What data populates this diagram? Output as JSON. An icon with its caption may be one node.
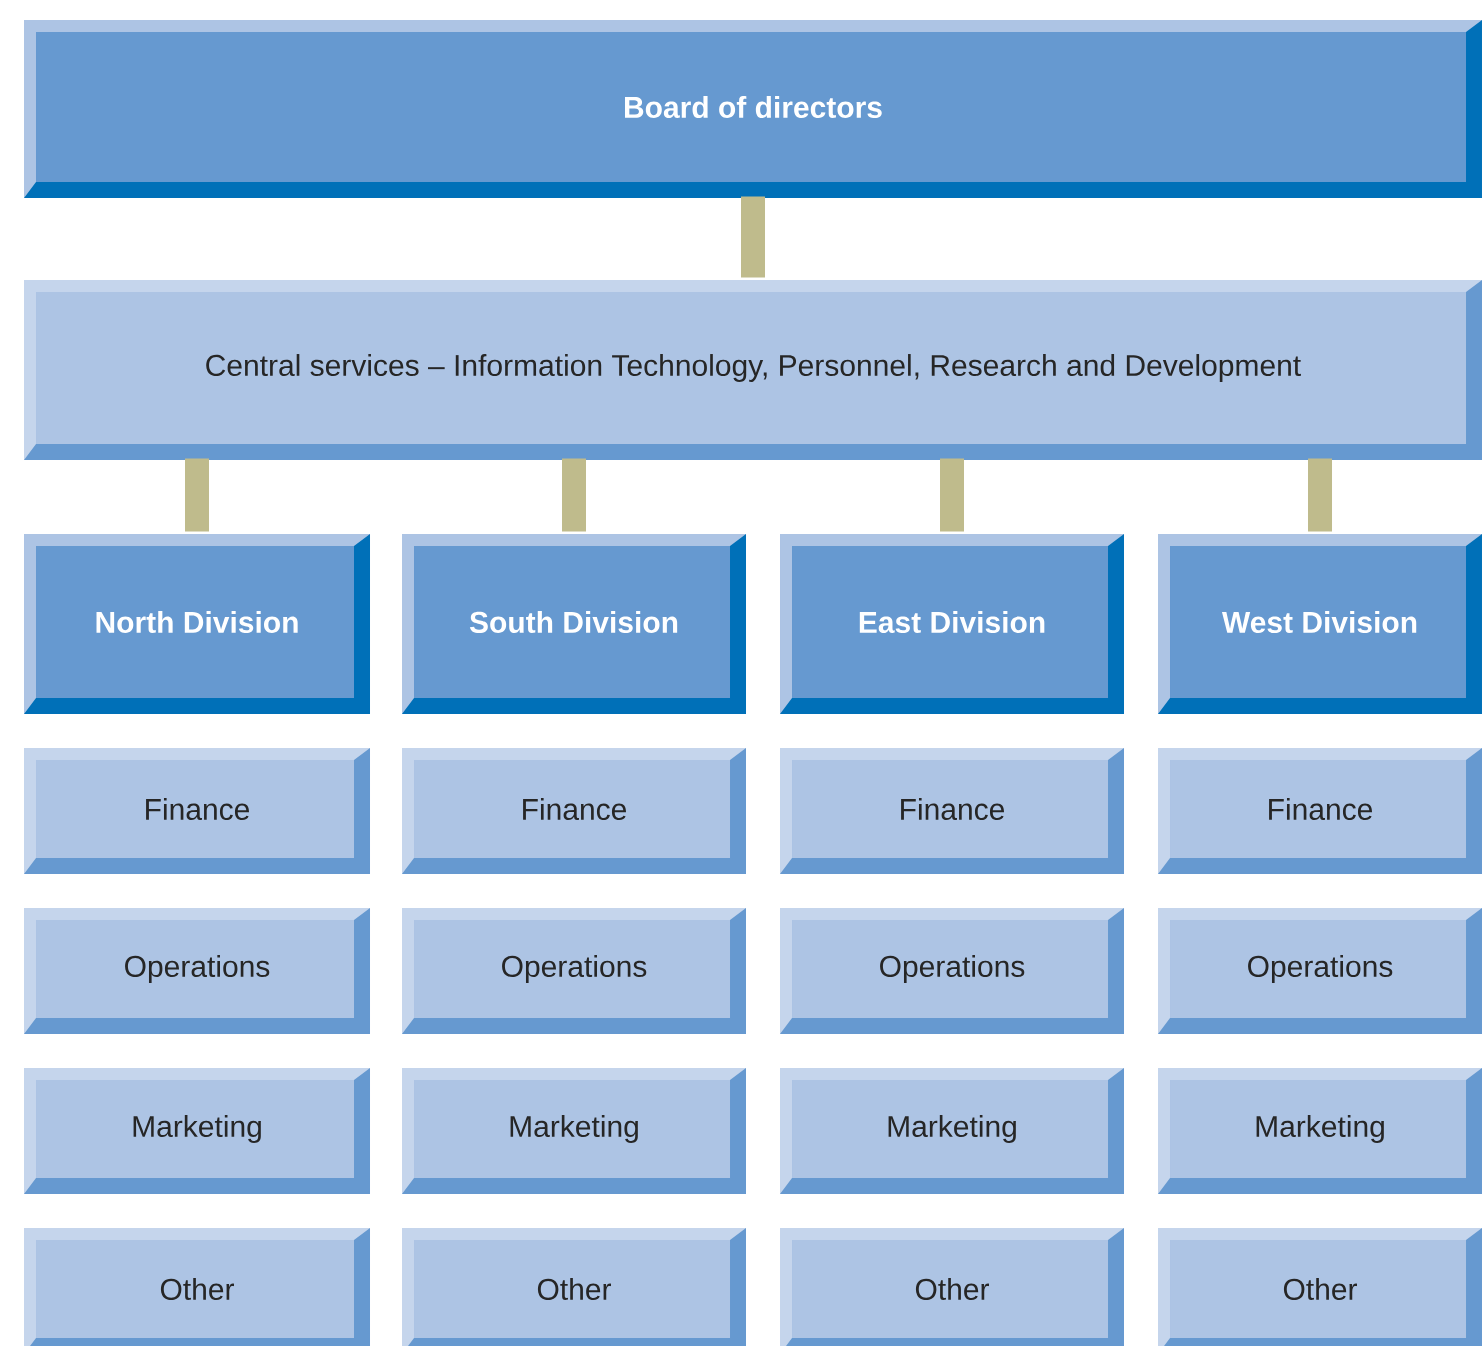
{
  "diagram": {
    "nodes": [
      {
        "text": [
          "Board of directors"
        ]
      },
      {
        "text": [
          "Central services – Information Technology, Personnel, Research and Development"
        ]
      },
      {
        "text": [
          "North Division"
        ]
      },
      {
        "text": [
          "South Division"
        ]
      },
      {
        "text": [
          "East Division"
        ]
      },
      {
        "text": [
          "West Division"
        ]
      },
      {
        "text": [
          "Finance"
        ]
      },
      {
        "text": [
          "Finance"
        ]
      },
      {
        "text": [
          "Finance"
        ]
      },
      {
        "text": [
          "Finance"
        ]
      },
      {
        "text": [
          "Operations"
        ]
      },
      {
        "text": [
          "Operations"
        ]
      },
      {
        "text": [
          "Operations"
        ]
      },
      {
        "text": [
          "Operations"
        ]
      },
      {
        "text": [
          "Marketing"
        ]
      },
      {
        "text": [
          "Marketing"
        ]
      },
      {
        "text": [
          "Marketing"
        ]
      },
      {
        "text": [
          "Marketing"
        ]
      },
      {
        "text": [
          "Other"
        ]
      },
      {
        "text": [
          "Other"
        ]
      },
      {
        "text": [
          "Other"
        ]
      },
      {
        "text": [
          "Other"
        ]
      }
    ],
    "edges": [
      {
        "from": 0,
        "to": 1,
        "arrow": "none"
      },
      {
        "from": 1,
        "to": 2,
        "arrow": "none"
      },
      {
        "from": 1,
        "to": 3,
        "arrow": "none"
      },
      {
        "from": 1,
        "to": 4,
        "arrow": "none"
      },
      {
        "from": 1,
        "to": 5,
        "arrow": "none"
      }
    ]
  }
}
